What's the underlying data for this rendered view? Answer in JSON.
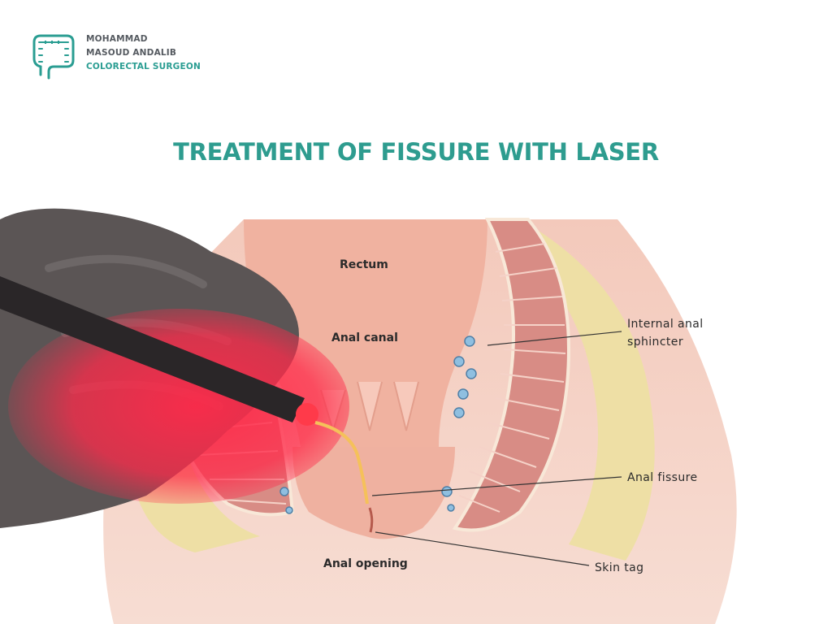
{
  "brand": {
    "line1": "MOHAMMAD",
    "line2": "MASOUD ANDALIB",
    "line3": "COLORECTAL SURGEON",
    "logo_icon": "colon-icon",
    "accent": "#2a9d92"
  },
  "title": "TREATMENT OF FISSURE WITH LASER",
  "diagram": {
    "labels": {
      "rectum": "Rectum",
      "anal_canal": "Anal canal",
      "internal_sphincter_1": "Internal anal",
      "internal_sphincter_2": "sphincter",
      "anal_fissure": "Anal fissure",
      "anal_opening": "Anal opening",
      "skin_tag": "Skin tag"
    },
    "colors": {
      "tissue": "#f0b7a8",
      "muscle": "#d88c85",
      "fat": "#eedfa5",
      "laser": "#ff2a4a",
      "glove": "#5b5555"
    }
  }
}
